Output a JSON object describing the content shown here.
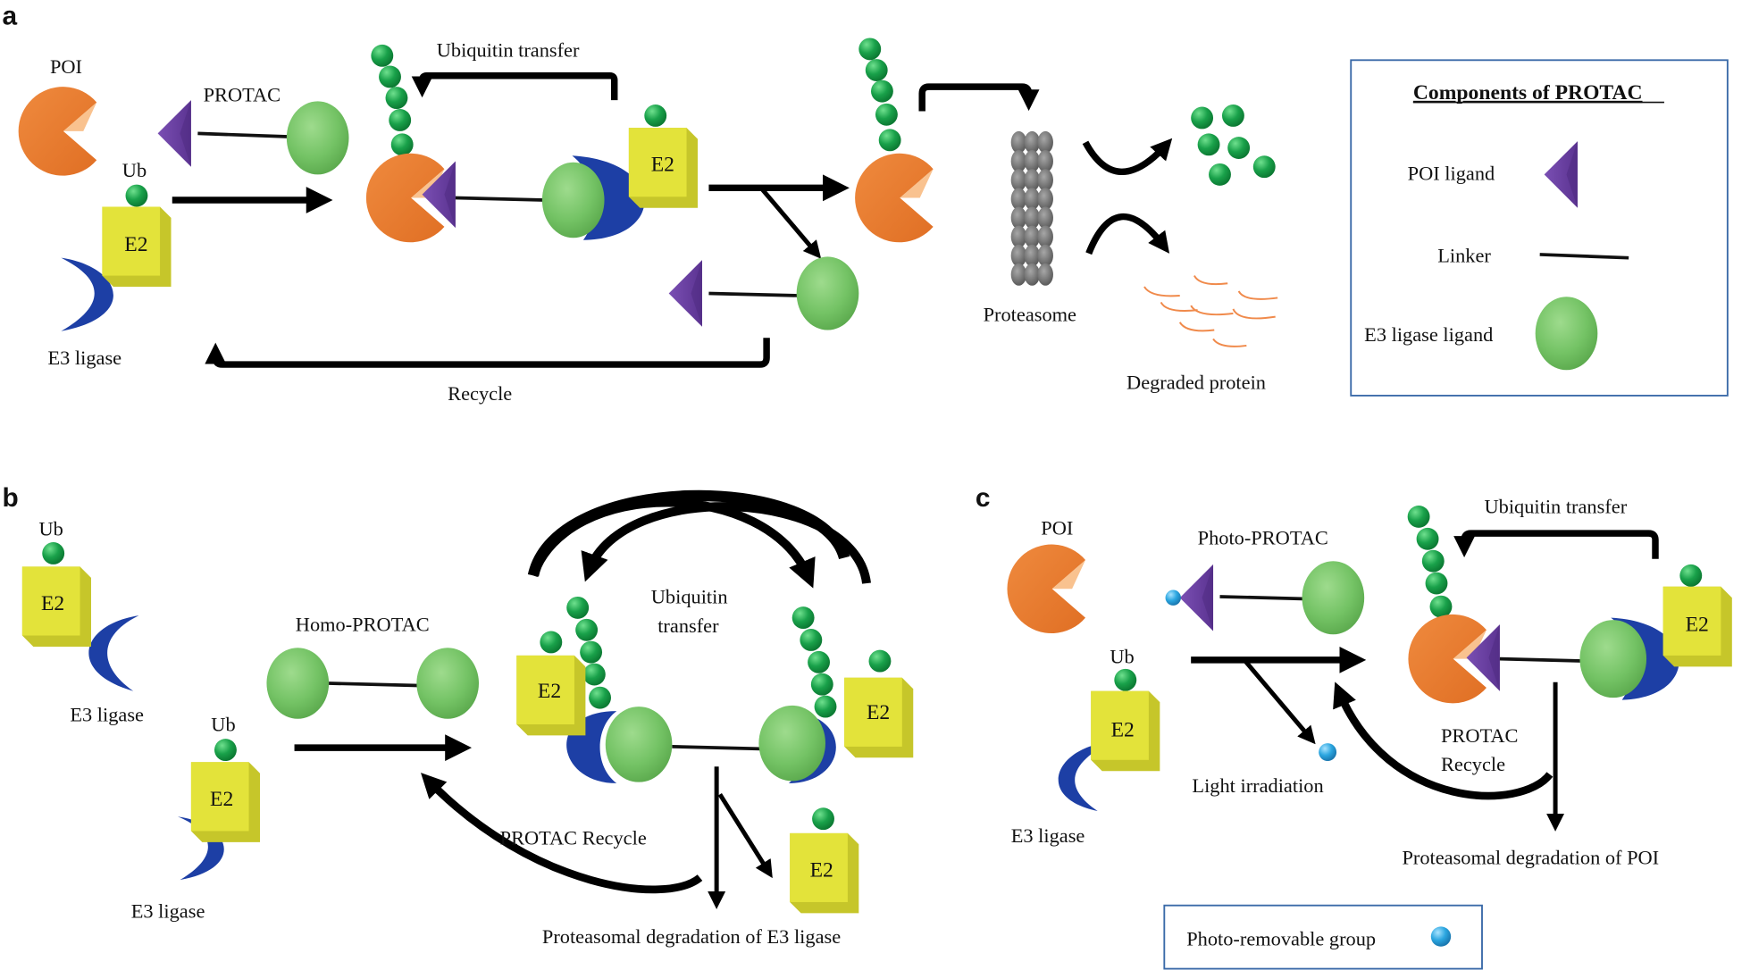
{
  "figure": {
    "panels": {
      "a": {
        "letter": "a",
        "labels": {
          "poi": "POI",
          "protac": "PROTAC",
          "ub": "Ub",
          "e2": "E2",
          "e3_ligase": "E3 ligase",
          "ubiquitin_transfer": "Ubiquitin  transfer",
          "recycle": "Recycle",
          "proteasome": "Proteasome",
          "degraded_protein": "Degraded protein"
        },
        "legend": {
          "title": "Components  of PROTAC",
          "items": [
            {
              "label": "POI ligand",
              "symbol": "purple-triangle"
            },
            {
              "label": "Linker",
              "symbol": "black-line"
            },
            {
              "label": "E3  ligase  ligand",
              "symbol": "green-ellipse"
            }
          ]
        }
      },
      "b": {
        "letter": "b",
        "labels": {
          "ub": "Ub",
          "e2": "E2",
          "e3_ligase": "E3 ligase",
          "homo_protac": "Homo-PROTAC",
          "ubiquitin": "Ubiquitin",
          "transfer": "transfer",
          "protac_recycle": "PROTAC Recycle",
          "degradation": "Proteasomal  degradation  of E3 ligase"
        }
      },
      "c": {
        "letter": "c",
        "labels": {
          "poi": "POI",
          "photo_protac": "Photo-PROTAC",
          "ub": "Ub",
          "e2": "E2",
          "e3_ligase": "E3 ligase",
          "ubiquitin_transfer": "Ubiquitin  transfer",
          "light_irradiation": "Light  irradiation",
          "protac": "PROTAC",
          "recycle": "Recycle",
          "degradation": "Proteasomal  degradation  of POI"
        },
        "legend": {
          "label": "Photo-removable  group",
          "symbol": "blue-sphere"
        }
      }
    },
    "colors": {
      "poi_orange": "#e8792e",
      "poi_ligand_purple": "#6b3fa0",
      "e3_ligand_green": "#74c365",
      "ubiquitin_green": "#1aa34a",
      "e3_ligase_blue": "#1d3fa5",
      "e2_yellow": "#e3e33a",
      "proteasome_gray": "#6e6e6e",
      "degraded_orange": "#f08a4b",
      "photo_group_blue": "#2ba6e0",
      "legend_border": "#3a6aa8"
    }
  }
}
